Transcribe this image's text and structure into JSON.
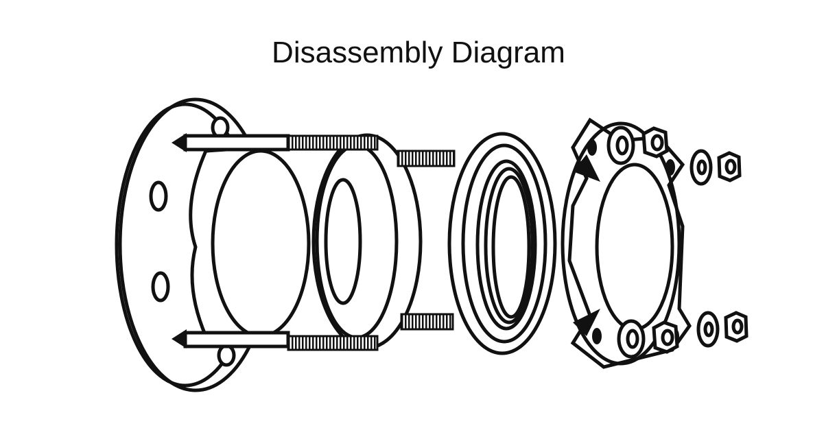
{
  "title": "Disassembly Diagram",
  "parts": [
    "flange-adapter-body",
    "tie-bolts",
    "gasket",
    "follower-ring",
    "washers",
    "nuts"
  ]
}
